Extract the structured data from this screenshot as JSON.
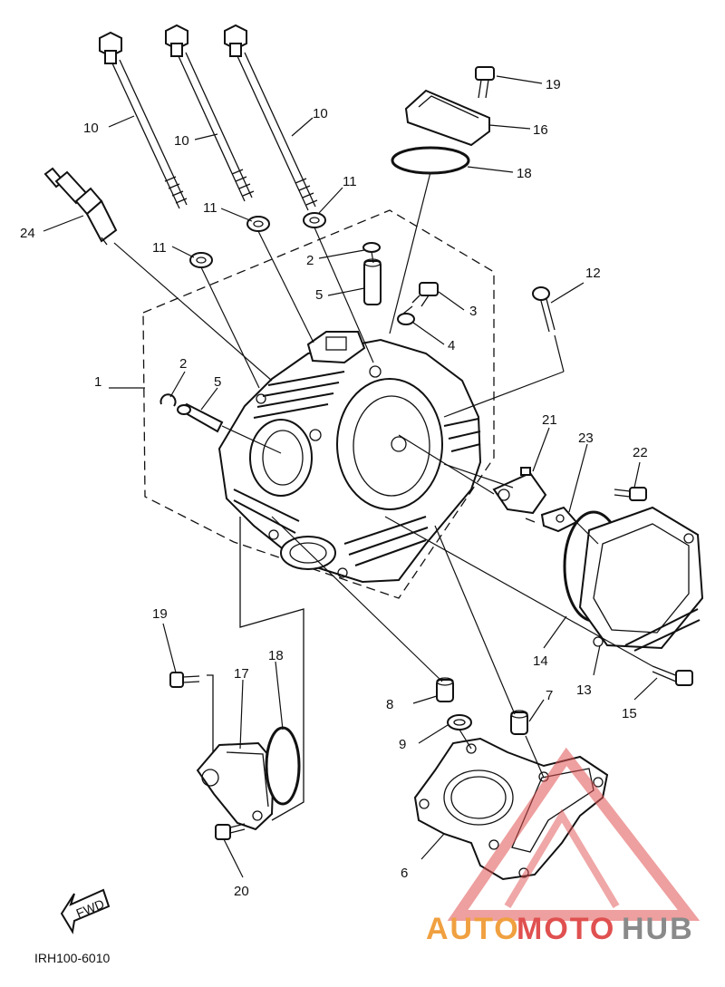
{
  "diagram_code": "IRH100-6010",
  "fwd_label": "FWD",
  "watermark": {
    "auto": "AUTO",
    "moto": "MOTO",
    "hub": "HUB",
    "colors": {
      "auto": "#f0a040",
      "moto": "#e05050",
      "hub": "#8a8a8a",
      "triangle": "#e05050"
    }
  },
  "callouts": {
    "c1": "1",
    "c2a": "2",
    "c2b": "2",
    "c3": "3",
    "c4": "4",
    "c5a": "5",
    "c5b": "5",
    "c6": "6",
    "c7": "7",
    "c8": "8",
    "c9": "9",
    "c10a": "10",
    "c10b": "10",
    "c10c": "10",
    "c11a": "11",
    "c11b": "11",
    "c11c": "11",
    "c12": "12",
    "c13": "13",
    "c14": "14",
    "c15": "15",
    "c16": "16",
    "c17": "17",
    "c18a": "18",
    "c18b": "18",
    "c19a": "19",
    "c19b": "19",
    "c20": "20",
    "c21": "21",
    "c22": "22",
    "c23": "23",
    "c24": "24"
  }
}
